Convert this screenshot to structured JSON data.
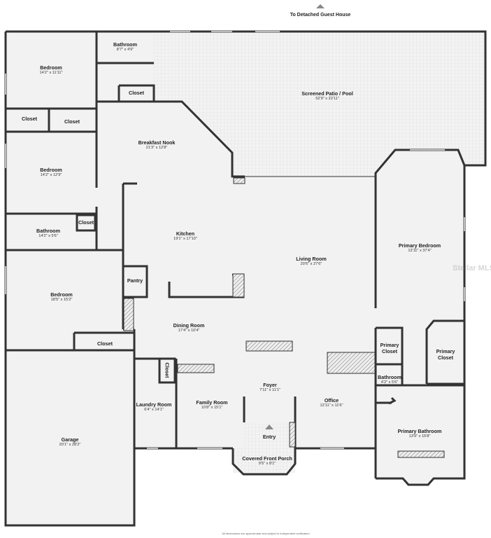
{
  "top_label": "To Detached Guest House",
  "footer_note": "All dimensions are approximate and subject to independent verification",
  "watermark": "Stellar MLS",
  "rooms": {
    "bedroom_top": {
      "name": "Bedroom",
      "dims": "14'2\" x 11'11\""
    },
    "bathroom_top": {
      "name": "Bathroom",
      "dims": "8'7\" x 4'9\""
    },
    "closet_a": {
      "name": "Closet"
    },
    "closet_b": {
      "name": "Closet"
    },
    "closet_c": {
      "name": "Closet"
    },
    "patio": {
      "name": "Screened Patio / Pool",
      "dims": "52'9\" x 22'11\""
    },
    "breakfast": {
      "name": "Breakfast Nook",
      "dims": "21'3\" x 12'8\""
    },
    "bedroom_mid": {
      "name": "Bedroom",
      "dims": "14'2\" x 12'9\""
    },
    "bathroom_mid": {
      "name": "Bathroom",
      "dims": "14'2\" x 5'6\""
    },
    "closet_d": {
      "name": "Closet"
    },
    "kitchen": {
      "name": "Kitchen",
      "dims": "19'1\" x 17'10\""
    },
    "living": {
      "name": "Living Room",
      "dims": "20'6\" x 27'6\""
    },
    "primary_bedroom": {
      "name": "Primary Bedroom",
      "dims": "13'11\" x 37'4\""
    },
    "pantry": {
      "name": "Pantry"
    },
    "bedroom_low": {
      "name": "Bedroom",
      "dims": "18'5\" x 15'2\""
    },
    "dining": {
      "name": "Dining Room",
      "dims": "17'4\" x 10'4\""
    },
    "closet_e": {
      "name": "Closet"
    },
    "primary_closet_1": {
      "name": "Primary Closet"
    },
    "primary_closet_2": {
      "name": "Primary Closet"
    },
    "closet_f": {
      "name": "Closet"
    },
    "bathroom_small": {
      "name": "Bathroom",
      "dims": "4'2\" x 5'6\""
    },
    "foyer": {
      "name": "Foyer",
      "dims": "7'11\" x 11'1\""
    },
    "office": {
      "name": "Office",
      "dims": "12'11\" x 11'6\""
    },
    "laundry": {
      "name": "Laundry Room",
      "dims": "6'4\" x 14'1\""
    },
    "family": {
      "name": "Family Room",
      "dims": "10'8\" x 15'1\""
    },
    "primary_bathroom": {
      "name": "Primary Bathroom",
      "dims": "13'9\" x 15'8\""
    },
    "entry": {
      "name": "Entry"
    },
    "porch": {
      "name": "Covered Front Porch",
      "dims": "9'5\" x 8'1\""
    },
    "garage": {
      "name": "Garage",
      "dims": "20'1\" x 28'2\""
    }
  }
}
